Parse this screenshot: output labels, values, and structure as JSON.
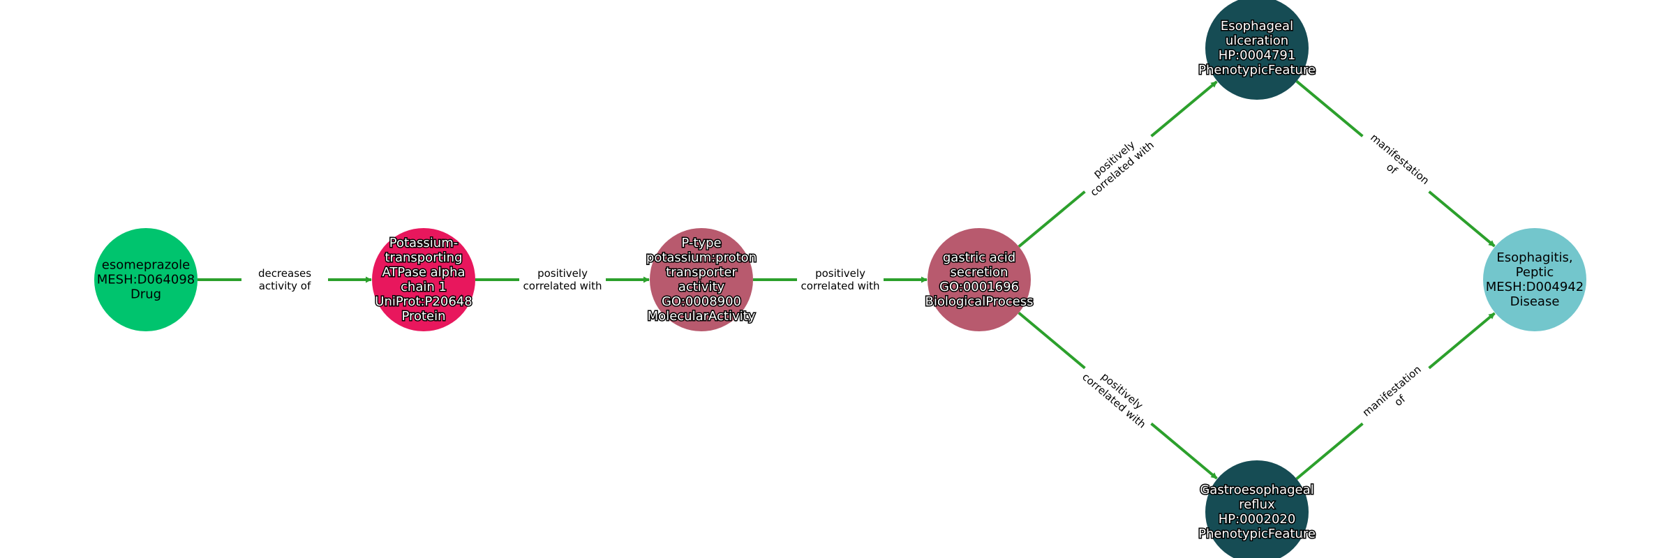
{
  "colors": {
    "edge": "#2ca02c",
    "drug": "#00c46e",
    "protein": "#e8175d",
    "molecular_activity": "#b85a6e",
    "biological_process": "#b85a6e",
    "phenotypic_feature": "#164c54",
    "disease": "#73c6cc"
  },
  "nodes": [
    {
      "id": "esomeprazole",
      "lines": [
        "esomeprazole",
        "MESH:D064098",
        "Drug"
      ],
      "color": "drug",
      "label_style": "dark"
    },
    {
      "id": "potassium-atpase",
      "lines": [
        "Potassium-",
        "transporting",
        "ATPase alpha",
        "chain 1",
        "UniProt:P20648",
        "Protein"
      ],
      "color": "protein",
      "label_style": "light"
    },
    {
      "id": "p-type-transporter",
      "lines": [
        "P-type",
        "potassium:proton",
        "transporter",
        "activity",
        "GO:0008900",
        "MolecularActivity"
      ],
      "color": "molecular_activity",
      "label_style": "light"
    },
    {
      "id": "gastric-acid-secretion",
      "lines": [
        "gastric acid",
        "secretion",
        "GO:0001696",
        "BiologicalProcess"
      ],
      "color": "biological_process",
      "label_style": "light"
    },
    {
      "id": "esophageal-ulceration",
      "lines": [
        "Esophageal",
        "ulceration",
        "HP:0004791",
        "PhenotypicFeature"
      ],
      "color": "phenotypic_feature",
      "label_style": "light"
    },
    {
      "id": "gastroesophageal-reflux",
      "lines": [
        "Gastroesophageal",
        "reflux",
        "HP:0002020",
        "PhenotypicFeature"
      ],
      "color": "phenotypic_feature",
      "label_style": "light"
    },
    {
      "id": "esophagitis-peptic",
      "lines": [
        "Esophagitis,",
        "Peptic",
        "MESH:D004942",
        "Disease"
      ],
      "color": "disease",
      "label_style": "dark"
    }
  ],
  "edges": [
    {
      "source": "esomeprazole",
      "target": "potassium-atpase",
      "lines": [
        "decreases",
        "activity of"
      ]
    },
    {
      "source": "potassium-atpase",
      "target": "p-type-transporter",
      "lines": [
        "positively",
        "correlated with"
      ]
    },
    {
      "source": "p-type-transporter",
      "target": "gastric-acid-secretion",
      "lines": [
        "positively",
        "correlated with"
      ]
    },
    {
      "source": "gastric-acid-secretion",
      "target": "esophageal-ulceration",
      "lines": [
        "positively",
        "correlated with"
      ]
    },
    {
      "source": "gastric-acid-secretion",
      "target": "gastroesophageal-reflux",
      "lines": [
        "positively",
        "correlated with"
      ]
    },
    {
      "source": "esophageal-ulceration",
      "target": "esophagitis-peptic",
      "lines": [
        "manifestation",
        "of"
      ]
    },
    {
      "source": "gastroesophageal-reflux",
      "target": "esophagitis-peptic",
      "lines": [
        "manifestation",
        "of"
      ]
    }
  ]
}
